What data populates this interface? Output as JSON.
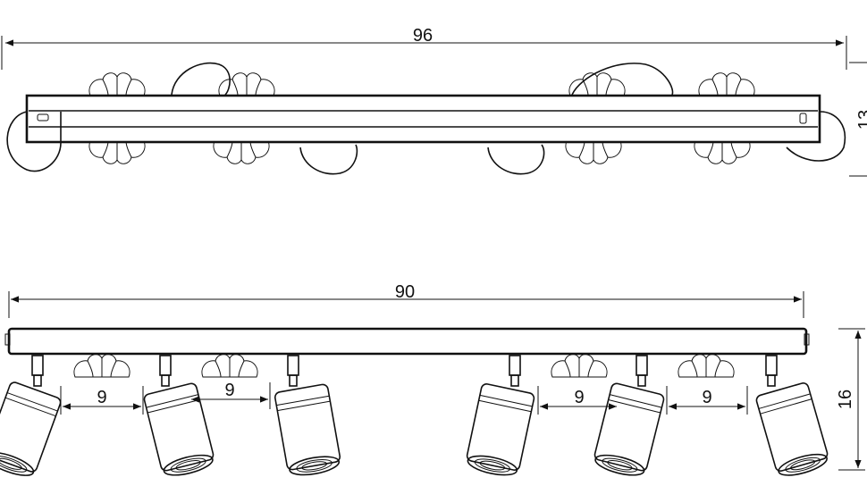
{
  "dimensions": {
    "top_width": "96",
    "top_height": "13",
    "bottom_width": "90",
    "bottom_height": "16",
    "spacing": [
      "9",
      "9",
      "9",
      "9"
    ]
  },
  "colors": {
    "line": "#111111",
    "background": "#ffffff"
  }
}
